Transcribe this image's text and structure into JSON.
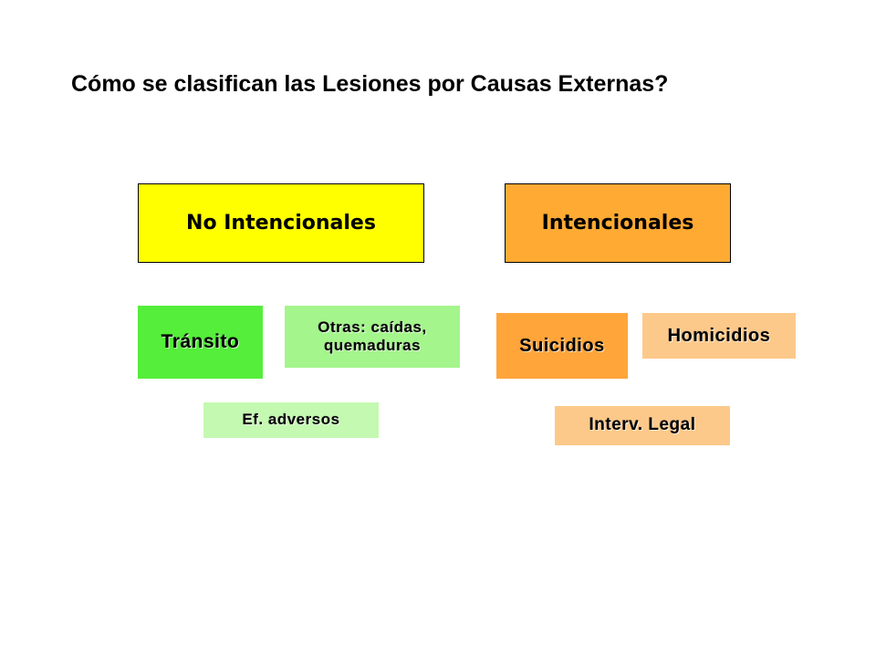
{
  "title": "Cómo se clasifican las Lesiones por Causas Externas?",
  "categories": {
    "no_intencionales": {
      "label": "No Intencionales",
      "color": "#ffff00"
    },
    "intencionales": {
      "label": "Intencionales",
      "color": "#ffaa33"
    }
  },
  "no_intencionales_items": {
    "transito": {
      "label": "Tránsito",
      "color": "#55ee3a"
    },
    "otras": {
      "line1": "Otras: caídas,",
      "line2": "quemaduras",
      "color": "#a4f58c"
    },
    "ef_adversos": {
      "label": "Ef. adversos",
      "color": "#c4f9b2"
    }
  },
  "intencionales_items": {
    "suicidios": {
      "label": "Suicidios",
      "color": "#ffa53a"
    },
    "homicidios": {
      "label": "Homicidios",
      "color": "#fdc98a"
    },
    "interv_legal": {
      "label": "Interv. Legal",
      "color": "#fdc98a"
    }
  }
}
